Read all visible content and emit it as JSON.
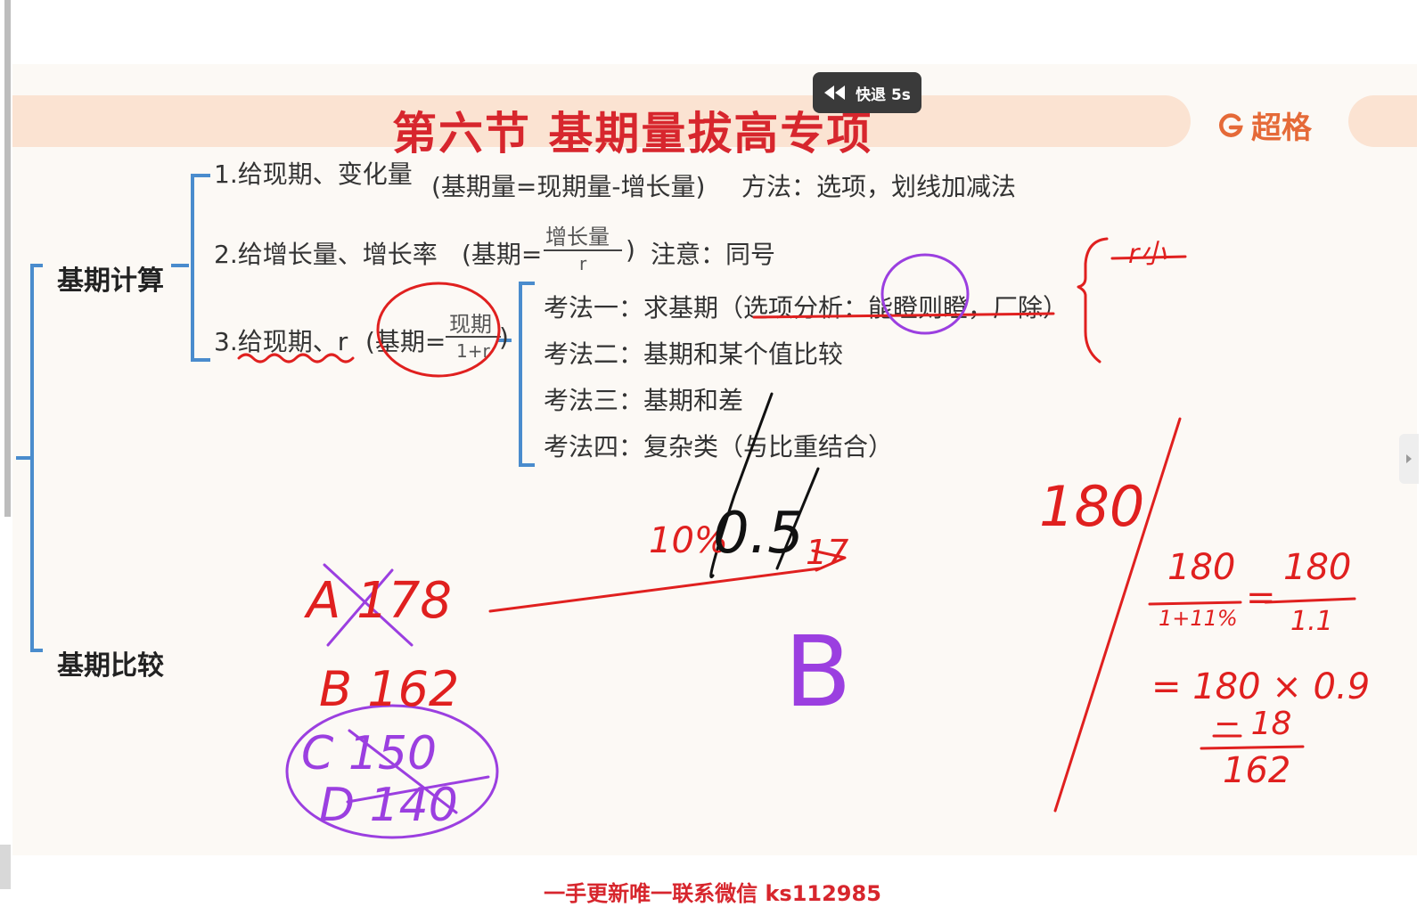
{
  "slide": {
    "title": "第六节  基期量拔高专项",
    "logo_text": "超格",
    "accent_color": "#d7262d"
  },
  "toast": {
    "icon": "rewind-icon",
    "label": "快退 5s"
  },
  "mindmap": {
    "root_top": "基期计算",
    "root_bottom": "基期比较",
    "item1": {
      "label": "1.给现期、变化量",
      "formula": "(基期量=现期量-增长量)",
      "method": "方法：选项，划线加减法"
    },
    "item2": {
      "label": "2.给增长量、增长率",
      "formula_prefix": "(基期=",
      "fraction_num": "增长量",
      "fraction_den": "r",
      "formula_suffix": ")",
      "note": "注意：同号"
    },
    "item3": {
      "label": "3.给现期、r",
      "formula_prefix": "(基期=",
      "fraction_num": "现期",
      "fraction_den": "1+r",
      "formula_suffix": ")"
    },
    "methods": [
      "考法一：求基期（选项分析：能瞪则瞪，厂除）",
      "考法二：基期和某个值比较",
      "考法三：基期和差",
      "考法四：复杂类（与比重结合）"
    ]
  },
  "handwriting": {
    "r_small": "r小",
    "pct_10": "10%",
    "val_05": "0.5",
    "val_17": "17",
    "choice_b_big": "B",
    "options": [
      "A 178",
      "B 162",
      "C 150",
      "D 140"
    ],
    "calc_top": "180",
    "calc_frac1_num": "180",
    "calc_frac1_den": "1+11%",
    "calc_eq": "=",
    "calc_frac2_num": "180",
    "calc_frac2_den": "1.1",
    "calc_line3": "= 180 × 0.9",
    "calc_minus": "− 18",
    "calc_result": "162",
    "ink_red": "#e0201f",
    "ink_purple": "#9b3fe0",
    "ink_black": "#111111"
  },
  "footer": {
    "text": "一手更新唯一联系微信 ks112985"
  }
}
